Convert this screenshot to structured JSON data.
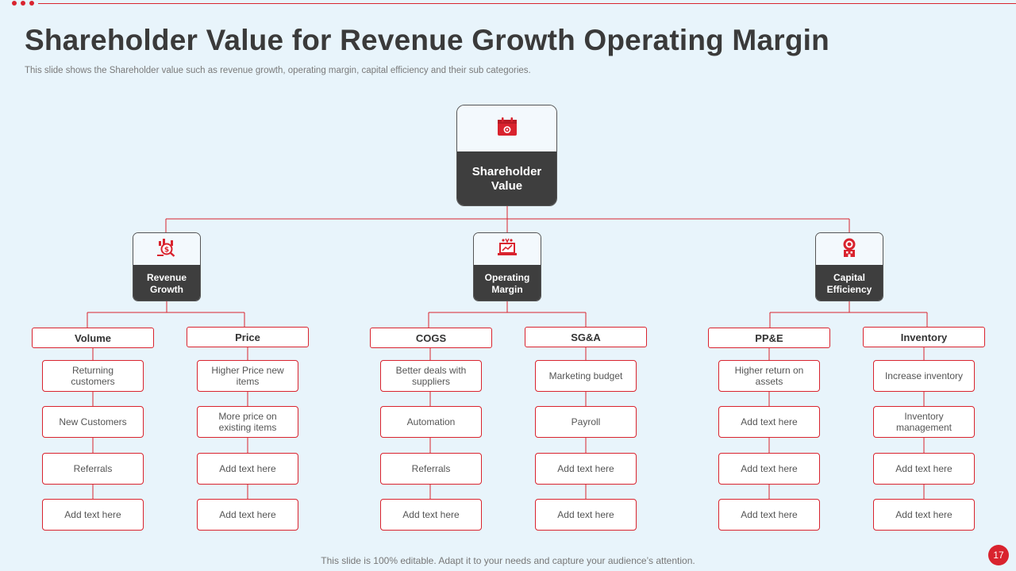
{
  "title": "Shareholder Value for Revenue Growth Operating Margin",
  "subtitle": "This slide shows the Shareholder value such as revenue growth, operating margin, capital efficiency and their sub categories.",
  "root": {
    "label": "Shareholder Value",
    "icon": "calendar-gear-icon"
  },
  "categories": [
    {
      "label": "Revenue Growth",
      "icon": "money-search-icon",
      "groups": [
        {
          "label": "Volume",
          "items": [
            "Returning customers",
            "New Customers",
            "Referrals",
            "Add text here"
          ]
        },
        {
          "label": "Price",
          "items": [
            "Higher Price new items",
            "More price on existing items",
            "Add text here",
            "Add text here"
          ]
        }
      ]
    },
    {
      "label": "Operating Margin",
      "icon": "presentation-board-icon",
      "groups": [
        {
          "label": "COGS",
          "items": [
            "Better deals with suppliers",
            "Automation",
            "Referrals",
            "Add text here"
          ]
        },
        {
          "label": "SG&A",
          "items": [
            "Marketing budget",
            "Payroll",
            "Add text here",
            "Add text here"
          ]
        }
      ]
    },
    {
      "label": "Capital Efficiency",
      "icon": "award-building-icon",
      "groups": [
        {
          "label": "PP&E",
          "items": [
            "Higher return on assets",
            "Add text here",
            "Add text here",
            "Add text here"
          ]
        },
        {
          "label": "Inventory",
          "items": [
            "Increase inventory",
            "Inventory management",
            "Add text here",
            "Add text here"
          ]
        }
      ]
    }
  ],
  "footer": "This slide is 100% editable. Adapt it to your needs and capture your audience’s attention.",
  "page_number": "17",
  "colors": {
    "accent": "#d9232e",
    "dark": "#3e3e3e",
    "background": "#e8f4fb"
  }
}
